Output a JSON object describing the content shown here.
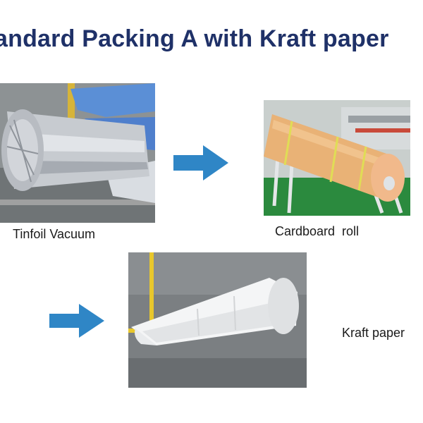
{
  "title": "andard Packing A with Kraft paper",
  "steps": [
    {
      "label": "Tinfoil Vacuum",
      "photo": "tinfoil-vacuum-photo"
    },
    {
      "label": "Cardboard  roll",
      "photo": "cardboard-roll-photo"
    },
    {
      "label": "Kraft paper",
      "photo": "kraft-paper-photo"
    }
  ],
  "icons": [
    "arrow-right-icon",
    "arrow-right-icon"
  ],
  "colors": {
    "title": "#1f3168",
    "arrow": "#2f86c6",
    "label": "#1a1a1a"
  }
}
